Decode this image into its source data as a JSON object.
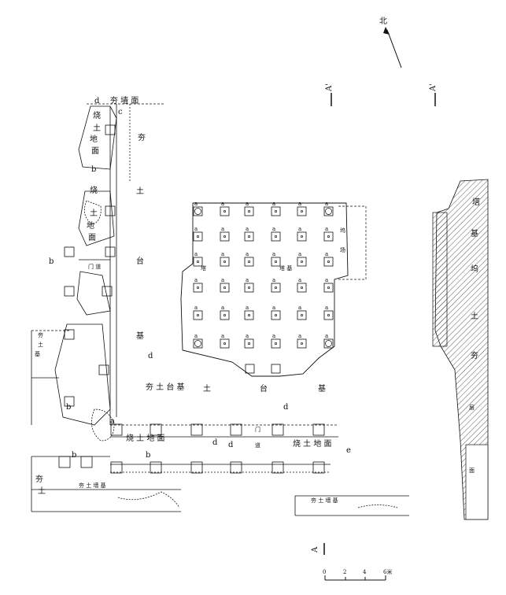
{
  "north": "北",
  "section_mark": "A'",
  "section_mark_bottom": "A",
  "scale": {
    "ticks": [
      "0",
      "2",
      "4",
      "6米"
    ]
  },
  "labels": {
    "hangtu_wall": "夯 墙 面",
    "hangtu_wall_left": "夯 土 墙 基",
    "hangtu_wall_right": "夯 土 墙 基",
    "shao_tu_di_mian": "烧 土 地 面",
    "hangtu_tai_ji": "夯 土 台 基",
    "men_dao": "门 道",
    "ta_ji": "塔 基",
    "hang": "夯",
    "tu": "土",
    "tai": "台",
    "ji": "基",
    "shao": "烧",
    "di": "地",
    "mian": "面",
    "men": "门",
    "dao": "道",
    "ta": "塔",
    "jian": "坞",
    "chang": "场"
  },
  "letters": {
    "a": "a",
    "b": "b",
    "c": "c",
    "d": "d",
    "e": "e"
  },
  "section_labels": [
    "塔",
    "基",
    "坞",
    "土",
    "夯",
    "层",
    "面"
  ]
}
